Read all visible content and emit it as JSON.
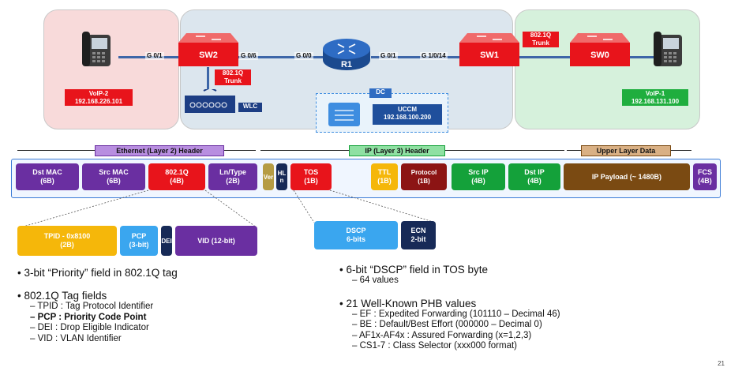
{
  "topology": {
    "ports": {
      "sw2_left": "G 0/1",
      "sw2_right": "G 0/6",
      "r1_left": "G 0/0",
      "r1_right": "G 0/1",
      "sw1_left": "G 1/0/14"
    },
    "devices": {
      "sw2": "SW2",
      "r1": "R1",
      "sw1": "SW1",
      "sw0": "SW0",
      "wlc": "WLC"
    },
    "tags": {
      "trunk_sw2": "802.1Q\nTrunk",
      "trunk_sw1": "802.1Q\nTrunk",
      "voip2_name": "VoIP-2",
      "voip2_ip": "192.168.226.101",
      "voip1_name": "VoIP-1",
      "voip1_ip": "192.168.131.100",
      "dc": "DC",
      "ucm_name": "UCCM",
      "ucm_ip": "192.168.100.200"
    }
  },
  "headers": {
    "ethernet": "Ethernet (Layer 2) Header",
    "ip": "IP (Layer 3) Header",
    "upper": "Upper Layer Data"
  },
  "frame": [
    {
      "name": "Dst MAC",
      "size": "(6B)"
    },
    {
      "name": "Src MAC",
      "size": "(6B)"
    },
    {
      "name": "802.1Q",
      "size": "(4B)"
    },
    {
      "name": "Ln/Type",
      "size": "(2B)"
    },
    {
      "name": "Ver",
      "size": ""
    },
    {
      "name": "HLn",
      "size": ""
    },
    {
      "name": "TOS",
      "size": "(1B)"
    },
    {
      "name": "TTL",
      "size": "(1B)"
    },
    {
      "name": "Protocol",
      "size": "(1B)"
    },
    {
      "name": "Src IP",
      "size": "(4B)"
    },
    {
      "name": "Dst IP",
      "size": "(4B)"
    },
    {
      "name": "IP Payload (~ 1480B)",
      "size": ""
    },
    {
      "name": "FCS",
      "size": "(4B)"
    }
  ],
  "dot1q_fields": [
    {
      "name": "TPID - 0x8100",
      "size": "(2B)"
    },
    {
      "name": "PCP",
      "size": "(3-bit)"
    },
    {
      "name": "DEI",
      "size": ""
    },
    {
      "name": "VID (12-bit)",
      "size": ""
    }
  ],
  "tos_fields": [
    {
      "name": "DSCP",
      "size": "6-bits"
    },
    {
      "name": "ECN",
      "size": "2-bit"
    }
  ],
  "left_text": {
    "b1": "3-bit “Priority” field in 802.1Q tag",
    "b2": "802.1Q Tag fields",
    "s1": "TPID : Tag Protocol Identifier",
    "s2": "PCP : Priority Code Point",
    "s3": "DEI : Drop Eligible Indicator",
    "s4": "VID : VLAN Identifier"
  },
  "right_text": {
    "b1": "6-bit “DSCP” field in TOS byte",
    "b1s": "64 values",
    "b2": "21 Well-Known PHB values",
    "s1": "EF : Expedited Forwarding (101110 – Decimal 46)",
    "s2": "BE : Default/Best Effort (000000 – Decimal 0)",
    "s3": "AF1x-AF4x : Assured Forwarding (x=1,2,3)",
    "s4": "CS1-7 : Class Selector (xxx000 format)"
  },
  "page_number": "21"
}
